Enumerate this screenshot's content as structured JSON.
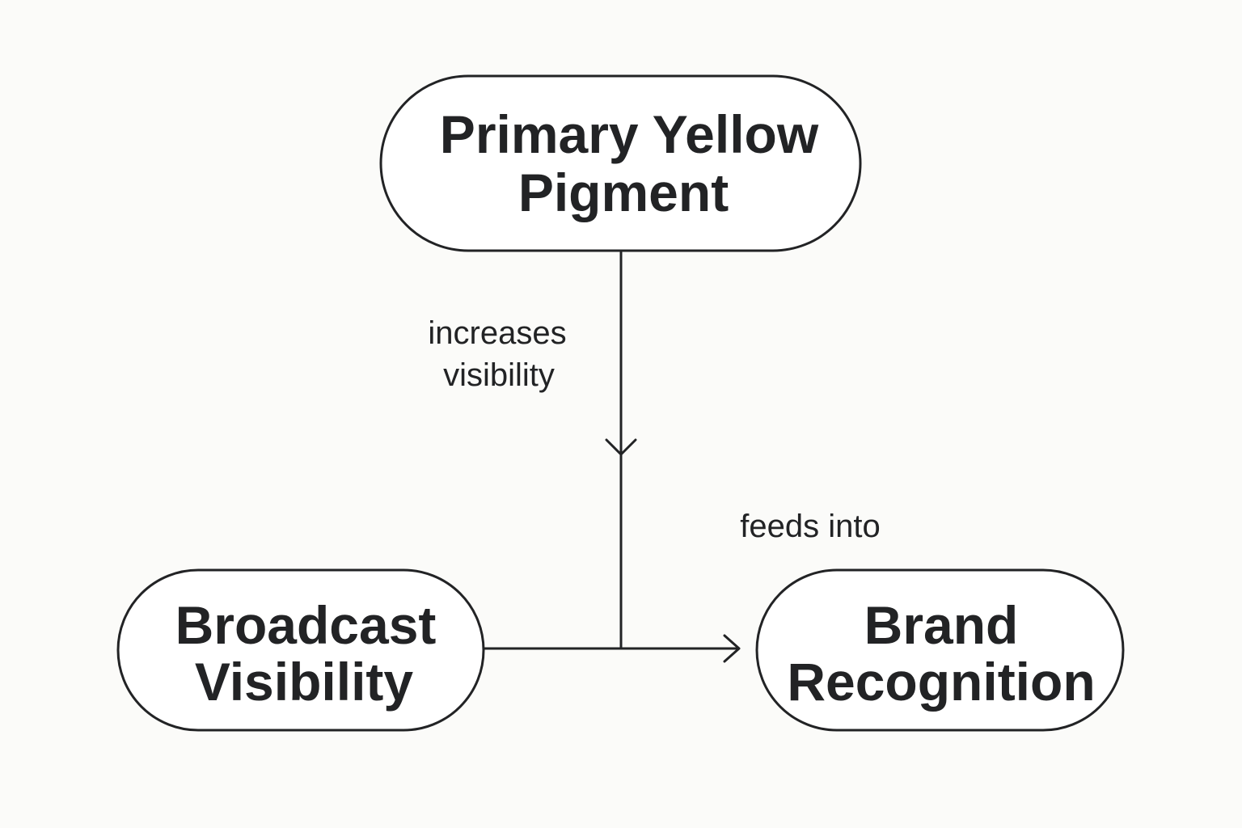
{
  "nodes": {
    "primary": {
      "line1": "Primary Yellow",
      "line2": "Pigment"
    },
    "broadcast": {
      "line1": "Broadcast",
      "line2": "Visibility"
    },
    "brand": {
      "line1": "Brand",
      "line2": "Recognition"
    }
  },
  "edges": {
    "increases": {
      "line1": "increases",
      "line2": "visibility"
    },
    "feeds": {
      "label": "feeds into"
    }
  },
  "colors": {
    "background": "#fbfbf9",
    "stroke": "#222325",
    "text": "#222325"
  }
}
